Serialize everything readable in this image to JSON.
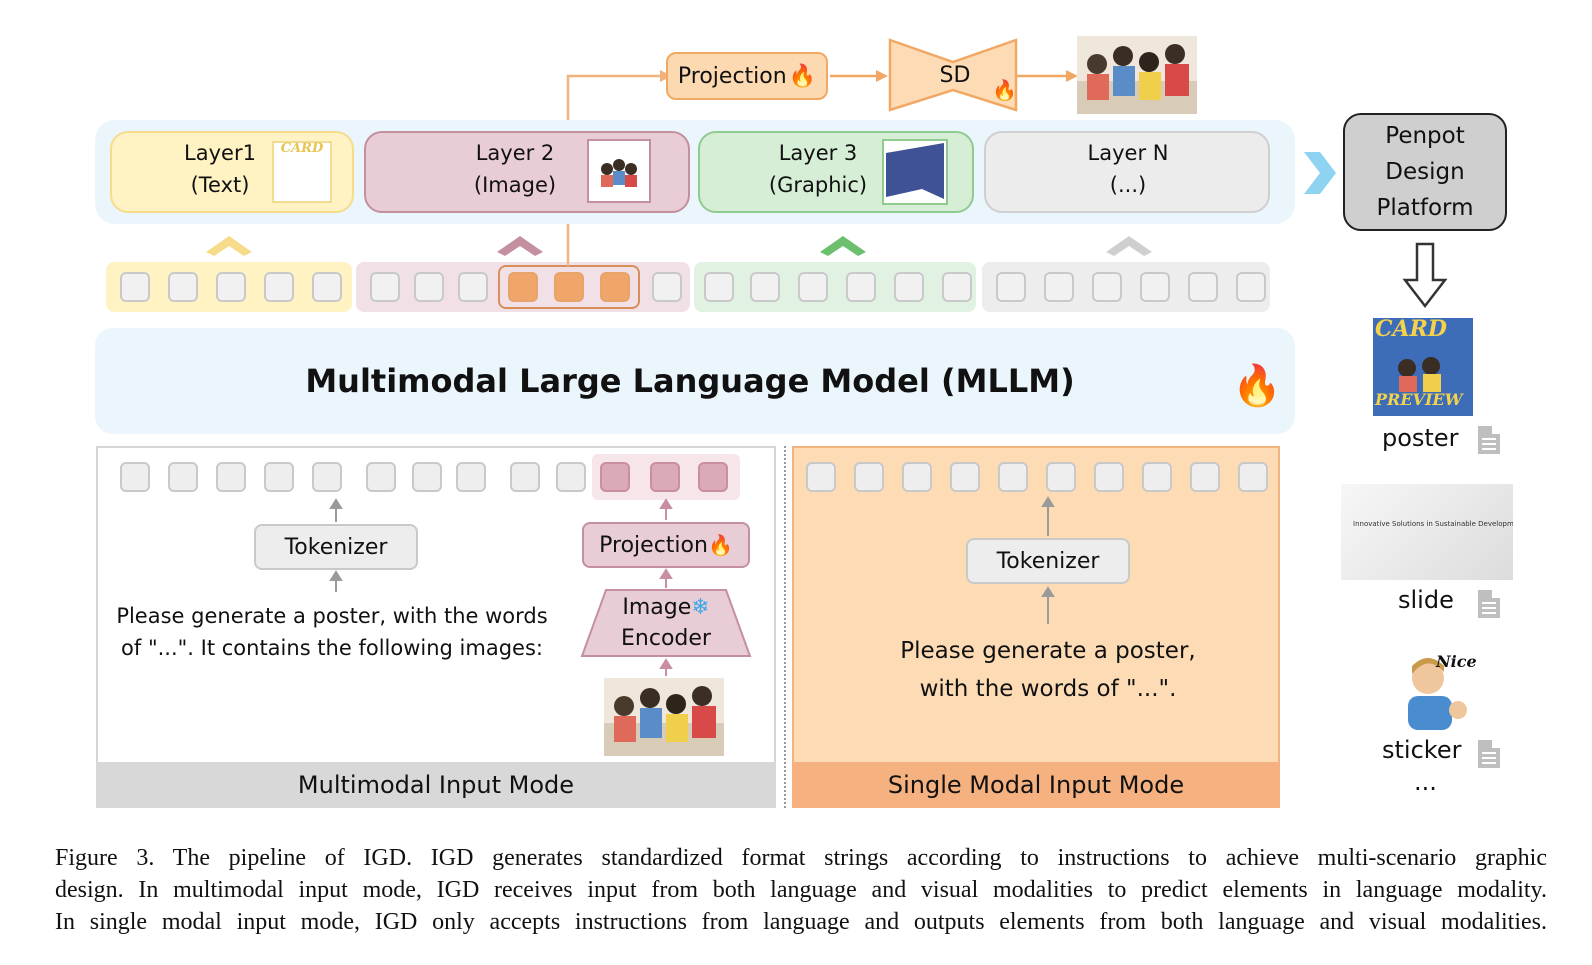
{
  "top": {
    "projection_label": "Projection",
    "sd_label": "SD"
  },
  "layers": [
    {
      "line1": "Layer1",
      "line2": "(Text)",
      "thumb_text": "CARD"
    },
    {
      "line1": "Layer 2",
      "line2": "(Image)"
    },
    {
      "line1": "Layer 3",
      "line2": "(Graphic)"
    },
    {
      "line1": "Layer N",
      "line2": "(...)"
    }
  ],
  "platform": {
    "line1": "Penpot",
    "line2": "Design",
    "line3": "Platform"
  },
  "mllm": {
    "title": "Multimodal Large Language Model (MLLM)"
  },
  "multimodal": {
    "tokenizer_label": "Tokenizer",
    "projection_label": "Projection",
    "encoder_line1": "Image",
    "encoder_line2": "Encoder",
    "prompt_line1": "Please generate a poster, with the words",
    "prompt_line2": "of \"...\". It contains the following images:",
    "mode_label": "Multimodal Input Mode"
  },
  "single": {
    "tokenizer_label": "Tokenizer",
    "prompt_line1": "Please generate a poster,",
    "prompt_line2": "with the words of \"...\".",
    "mode_label": "Single Modal Input Mode"
  },
  "outputs": {
    "poster_label": "poster",
    "poster_thumb_top": "CARD",
    "poster_thumb_bottom": "PREVIEW",
    "slide_label": "slide",
    "slide_title": "Innovative Solutions in Sustainable Development",
    "sticker_label": "sticker",
    "sticker_text": "Nice",
    "more": "..."
  },
  "caption": {
    "line1": "Figure 3.  The pipeline of IGD. IGD generates standardized format strings according to instructions to achieve multi-scenario graphic",
    "line2": "design. In multimodal input mode, IGD receives input from both language and visual modalities to predict elements in language modality.",
    "line3": "In single modal input mode, IGD only accepts instructions from language and outputs elements from both language and visual modalities."
  },
  "colors": {
    "text_layer": "#fff3c4",
    "image_layer": "#e8cdd6",
    "graphic_layer": "#d6eed6",
    "n_layer": "#ececec",
    "projection": "#fcd9b0",
    "mllm_bg": "#eaf5fc",
    "single_bg": "#fddcb5"
  }
}
